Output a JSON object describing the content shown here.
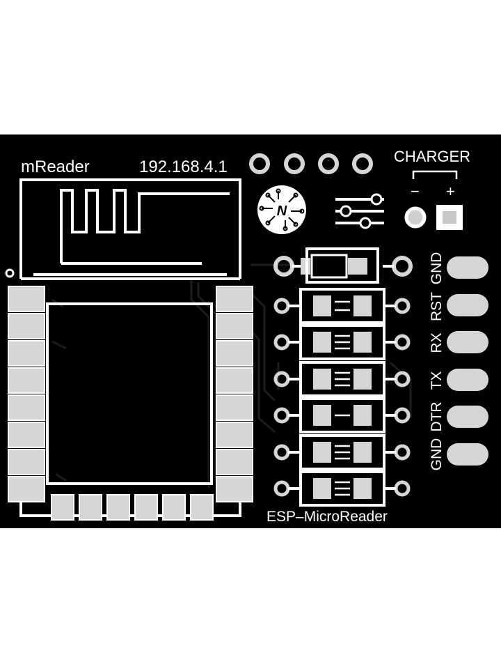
{
  "board": {
    "brand_label": "mReader",
    "ip_label": "192.168.4.1",
    "charger_label": "CHARGER",
    "charger_minus": "−",
    "charger_plus": "+",
    "logo_letter": "N",
    "product_label": "ESP–MicroReader",
    "pin_labels": [
      "GND",
      "RST",
      "RX",
      "TX",
      "DTR",
      "GND"
    ]
  },
  "colors": {
    "board": "#000000",
    "silkscreen": "#ffffff",
    "pad": "#d6d6d6",
    "trace": "#1c1c1c"
  },
  "icons": {
    "wifi_antenna": "antenna-meander-icon",
    "settings": "sliders-icon",
    "logo": "circuit-logo-icon"
  }
}
